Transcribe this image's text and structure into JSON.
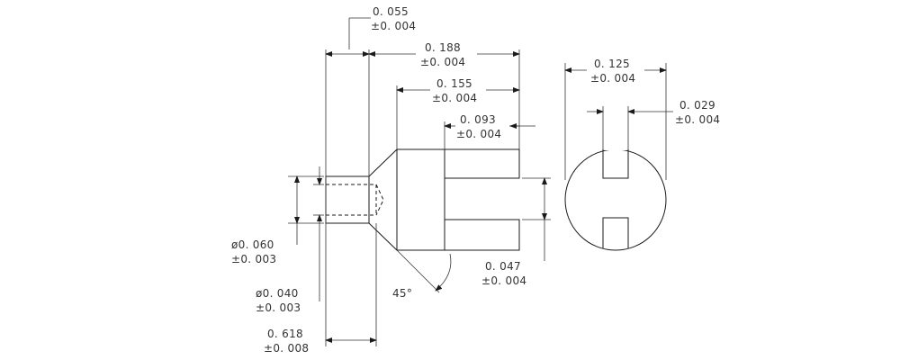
{
  "dimensions": {
    "head_length": {
      "value": "0. 055",
      "tol": "±0. 004"
    },
    "overall_body": {
      "value": "0. 188",
      "tol": "±0. 004"
    },
    "body_length": {
      "value": "0. 155",
      "tol": "±0. 004"
    },
    "slot_depth": {
      "value": "0. 093",
      "tol": "±0. 004"
    },
    "slot_width": {
      "value": "0. 047",
      "tol": "±0. 004"
    },
    "head_dia": {
      "value": "ø0. 060",
      "tol": "±0. 003"
    },
    "hole_dia": {
      "value": "ø0. 040",
      "tol": "±0. 003"
    },
    "total_length": {
      "value": "0. 618",
      "tol": "±0. 008"
    },
    "end_view_dia": {
      "value": "0. 125",
      "tol": "±0. 004"
    },
    "end_view_slot": {
      "value": "0. 029",
      "tol": "±0. 004"
    },
    "chamfer_angle": "45°"
  }
}
